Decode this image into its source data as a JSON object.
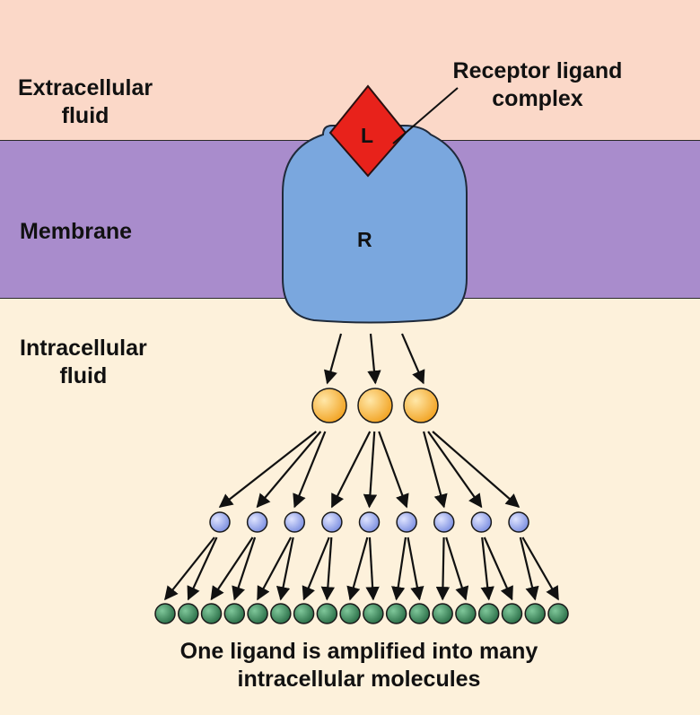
{
  "zones": {
    "extracellular": "Extracellular\nfluid",
    "membrane": "Membrane",
    "intracellular": "Intracellular\nfluid"
  },
  "complex_label": "Receptor ligand\ncomplex",
  "receptor_letter": "R",
  "ligand_letter": "L",
  "caption": "One ligand is amplified into many\nintracellular molecules",
  "colors": {
    "extracellular": "#fbd8c8",
    "membrane": "#a98ccc",
    "intracellular": "#fdf1db",
    "receptor": "#7aa7de",
    "ligand": "#e8221b",
    "tier1": "#f7b13a",
    "tier2": "#8f9ee6",
    "tier3": "#2f7d52"
  },
  "cascade": {
    "tier1_count": 3,
    "tier2_count": 9,
    "tier3_count": 18
  }
}
